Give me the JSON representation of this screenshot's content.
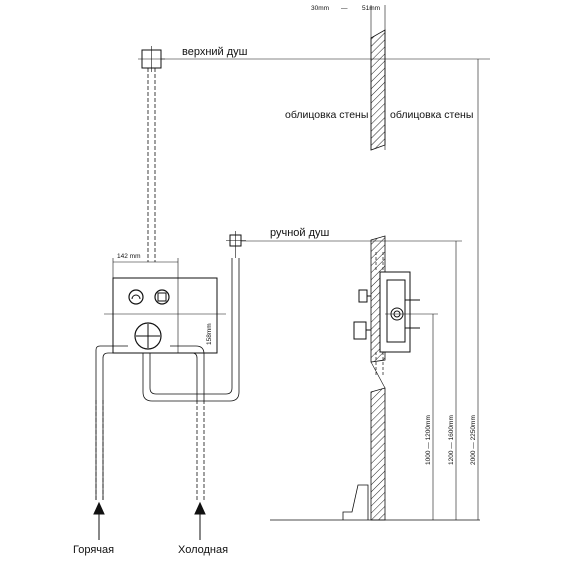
{
  "labels": {
    "top_shower": "верхний душ",
    "wall_left": "облицовка стены",
    "wall_right": "облицовка стены",
    "hand_shower": "ручной душ",
    "hot": "Горячая",
    "cold": "Холодная"
  },
  "dimensions": {
    "wall_min": "30mm",
    "dash": "—",
    "wall_max": "51mm",
    "width": "142 mm",
    "height": "158mm",
    "h1": "1000 — 1200mm",
    "h2": "1200 — 1600mm",
    "h3": "2000 — 2250mm"
  }
}
